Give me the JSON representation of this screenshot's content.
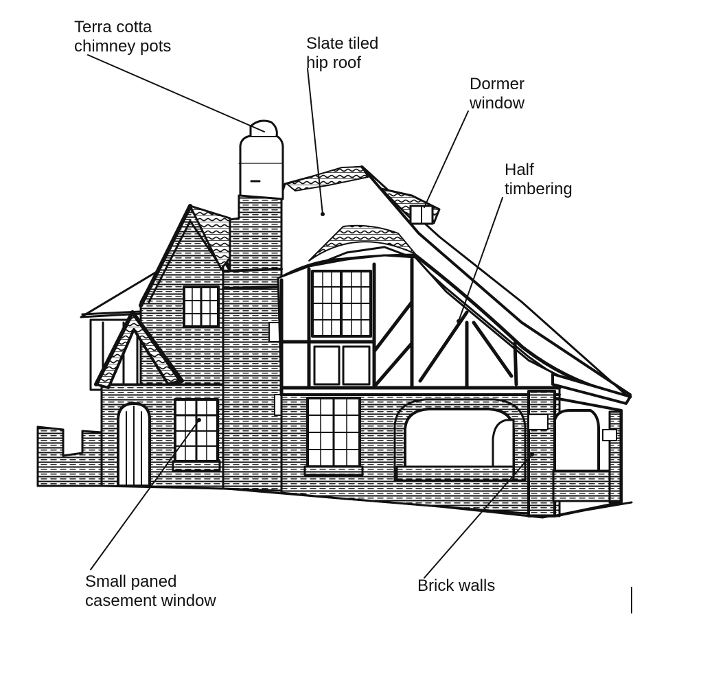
{
  "diagram": {
    "labels": [
      {
        "id": "chimney-pots",
        "lines": [
          "Terra cotta",
          "chimney pots"
        ]
      },
      {
        "id": "hip-roof",
        "lines": [
          "Slate tiled",
          "hip roof"
        ]
      },
      {
        "id": "dormer",
        "lines": [
          "Dormer",
          "window"
        ]
      },
      {
        "id": "half-timbering",
        "lines": [
          "Half",
          "timbering"
        ]
      },
      {
        "id": "casement",
        "lines": [
          "Small paned",
          "casement window"
        ]
      },
      {
        "id": "brick",
        "lines": [
          "Brick walls"
        ]
      }
    ]
  }
}
